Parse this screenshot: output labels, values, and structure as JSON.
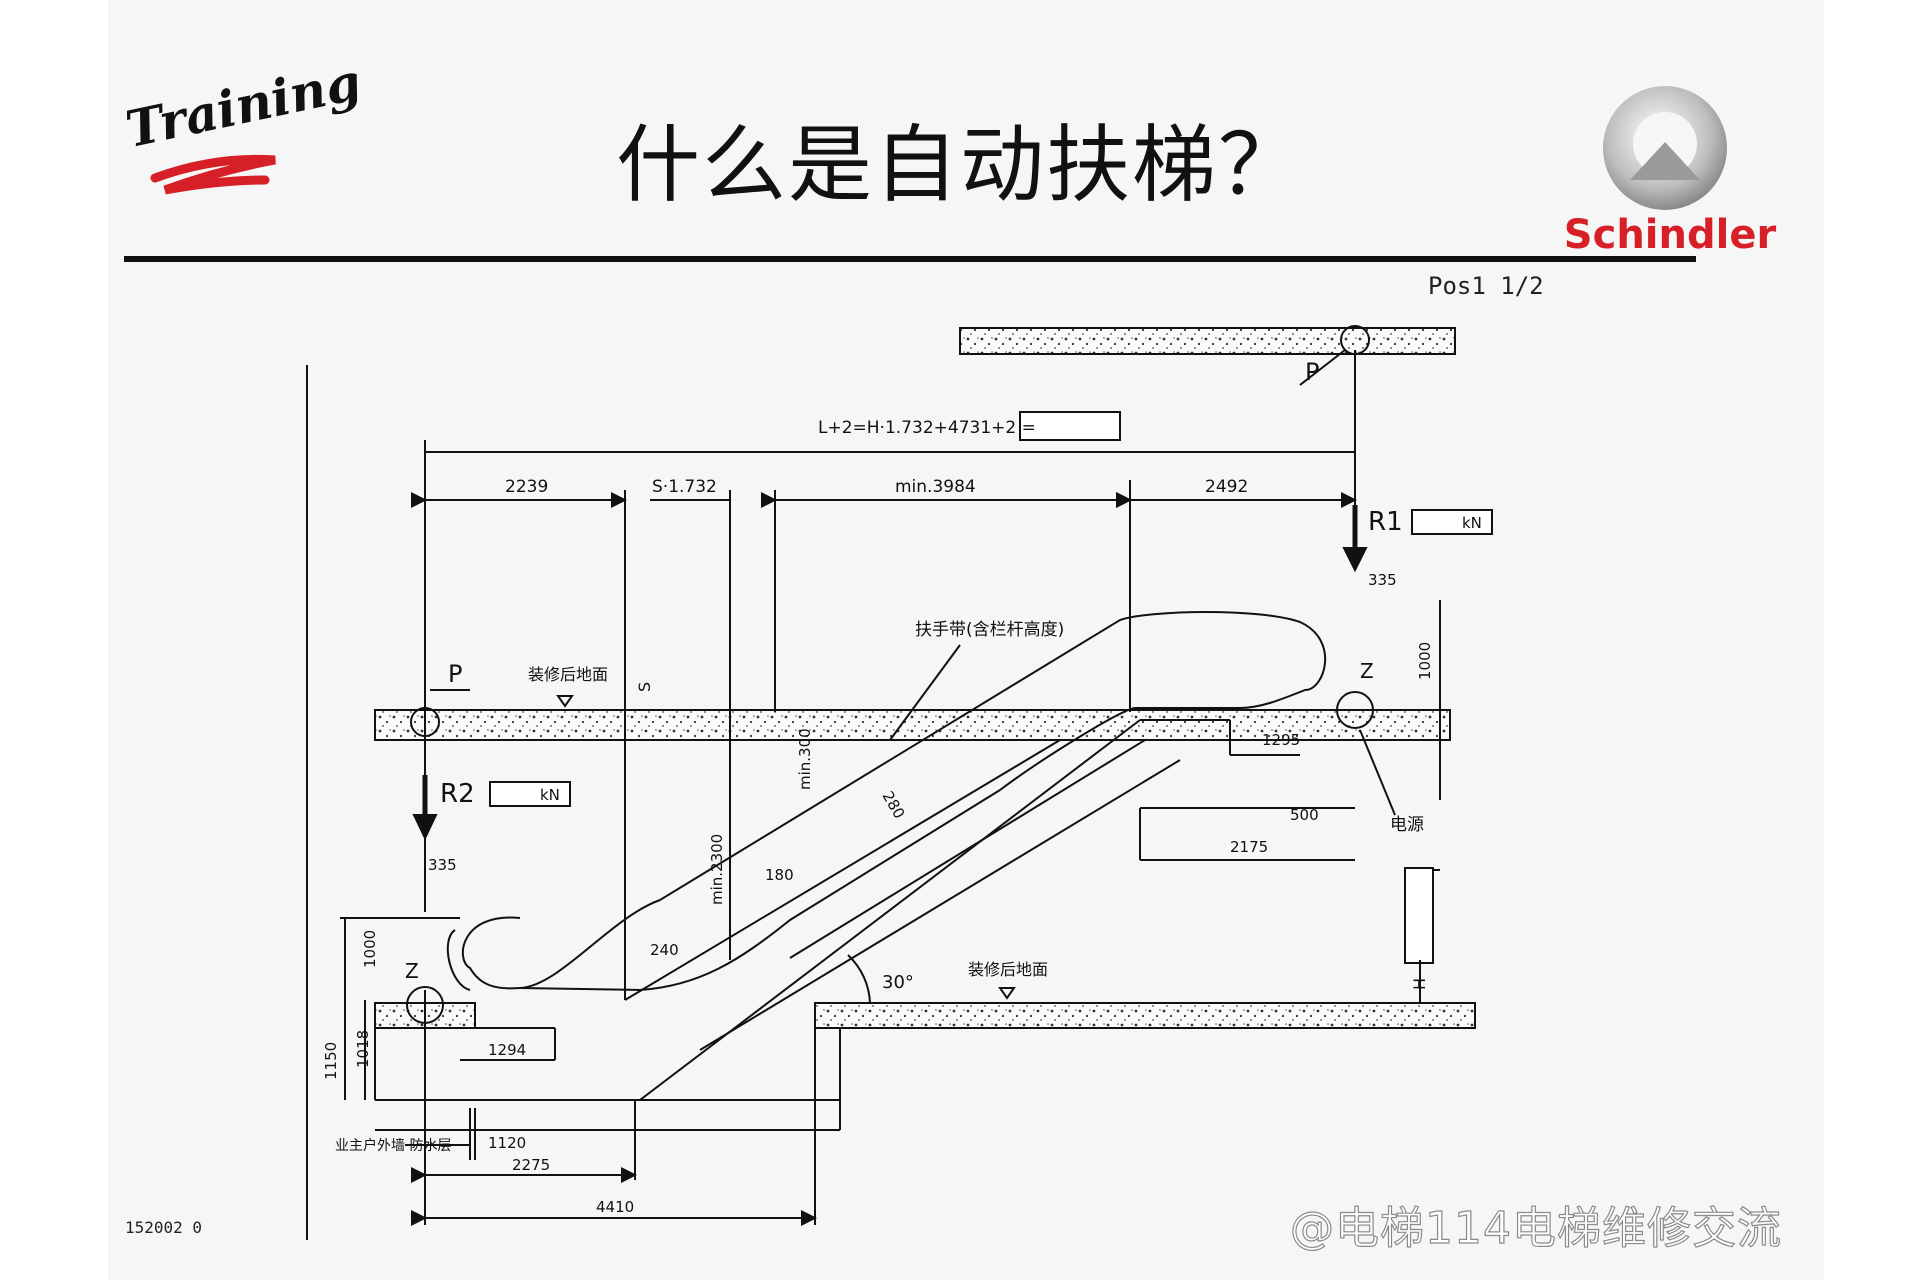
{
  "slide": {
    "title": "什么是自动扶梯？",
    "training_logo": "Training",
    "brand": "Schindler",
    "brand_color": "#d61f26",
    "page_ref": "Pos1 1/2",
    "footer_code": "152002 0",
    "watermark": "@电梯114电梯维修交流"
  },
  "drawing": {
    "formula": "L+2=H·1.732+4731+2 =",
    "dims": {
      "d2239": "2239",
      "s1732": "S·1.732",
      "min3984": "min.3984",
      "d2492": "2492",
      "d335_top": "335",
      "d335_left": "335",
      "d1000_top": "1000",
      "d1000_left": "1000",
      "d1295": "1295",
      "d2175": "2175",
      "d1294": "1294",
      "d2275": "2275",
      "d4410": "4410",
      "d1150": "1150",
      "d1018": "1018",
      "d1120": "1120",
      "min300": "min.300",
      "min2300": "min.2300",
      "d500": "500",
      "d280": "280",
      "d240": "240",
      "d180": "180",
      "h_label": "H",
      "s_label": "S"
    },
    "labels": {
      "p_top": "P",
      "p_left": "P",
      "r1": "R1",
      "r2": "R2",
      "kn": "kN",
      "z_right": "Z",
      "z_left": "Z",
      "angle": "30°",
      "upper_floor": "装修后地面",
      "lower_floor": "装修后地面",
      "balustrade": "扶手带(含栏杆高度)",
      "power": "电源",
      "pit_note": "业主户外墙 防水层"
    }
  }
}
